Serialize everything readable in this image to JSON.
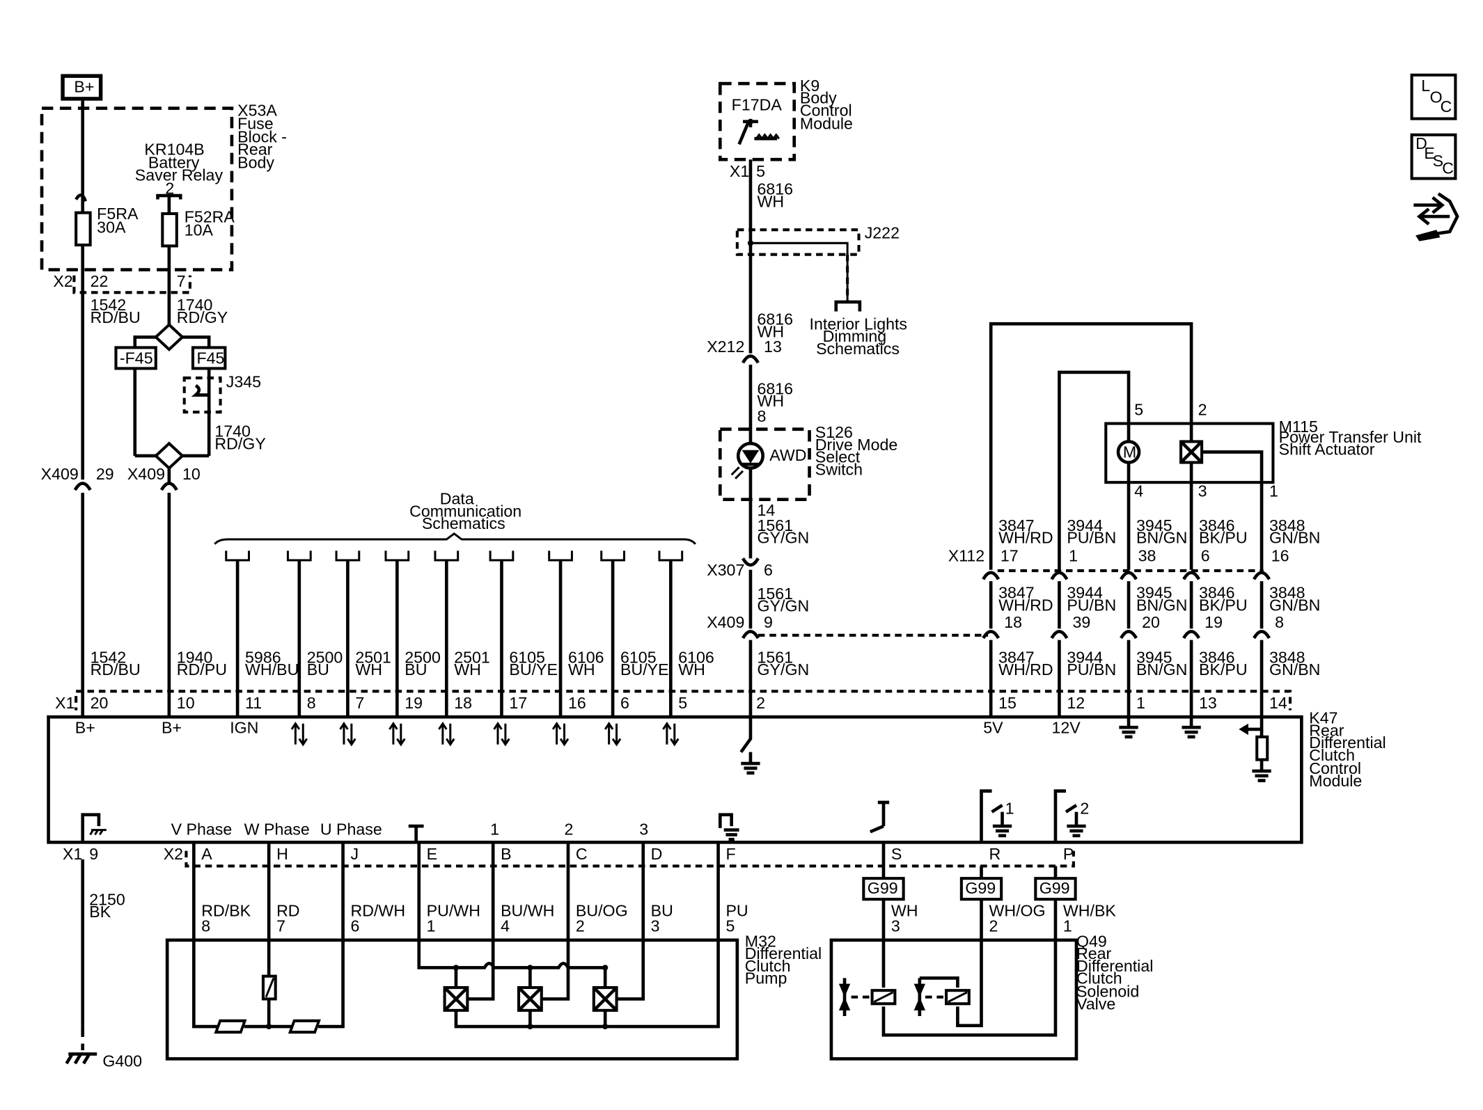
{
  "battery": "B+",
  "side_buttons": {
    "loc": [
      "L",
      "O",
      "C"
    ],
    "desc": [
      "D",
      "E",
      "S",
      "C"
    ]
  },
  "icons": [
    "connector-end-view-icon"
  ],
  "fuse_block": {
    "name": [
      "X53A",
      "Fuse",
      "Block -",
      "Rear",
      "Body"
    ],
    "relay": [
      "KR104B",
      "Battery",
      "Saver Relay"
    ],
    "relay_pin": "2",
    "fuse1": [
      "F5RA",
      "30A"
    ],
    "fuse2": [
      "F52RA",
      "10A"
    ],
    "connector": "X2",
    "pins": [
      "22",
      "7"
    ]
  },
  "wires_left": {
    "w1": [
      "1542",
      "RD/BU"
    ],
    "w2": [
      "1740",
      "RD/GY"
    ],
    "w3": [
      "1740",
      "RD/GY"
    ],
    "splice_left": "-F45",
    "splice_right": "F45",
    "jumper": "J345",
    "x409_a": [
      "X409",
      "29"
    ],
    "x409_b": [
      "X409",
      "10"
    ]
  },
  "bcm": {
    "fuse": "F17DA",
    "name": [
      "K9",
      "Body",
      "Control",
      "Module"
    ],
    "connector": "X1",
    "pin": "5",
    "wire1": [
      "6816",
      "WH"
    ],
    "j222": "J222",
    "dimming": [
      "Interior Lights",
      "Dimming",
      "Schematics"
    ],
    "wire2": [
      "6816",
      "WH"
    ],
    "x212": [
      "X212",
      "13"
    ],
    "wire3": [
      "6816",
      "WH",
      "8"
    ],
    "switch": [
      "S126",
      "Drive Mode",
      "Select",
      "Switch"
    ],
    "switch_label": "AWD",
    "switch_pin": "14",
    "wire4": [
      "1561",
      "GY/GN"
    ],
    "x307": [
      "X307",
      "6"
    ],
    "wire5": [
      "1561",
      "GY/GN"
    ],
    "x409": [
      "X409",
      "9"
    ],
    "wire6": [
      "1561",
      "GY/GN"
    ]
  },
  "data_comm": [
    "Data",
    "Communication",
    "Schematics"
  ],
  "k47_wires": [
    {
      "num": "1542",
      "color": "RD/BU",
      "pin": "20",
      "func": "B+"
    },
    {
      "num": "1940",
      "color": "RD/PU",
      "pin": "10",
      "func": "B+"
    },
    {
      "num": "5986",
      "color": "WH/BU",
      "pin": "11",
      "func": "IGN"
    },
    {
      "num": "2500",
      "color": "BU",
      "pin": "8"
    },
    {
      "num": "2501",
      "color": "WH",
      "pin": "7"
    },
    {
      "num": "2500",
      "color": "BU",
      "pin": "19"
    },
    {
      "num": "2501",
      "color": "WH",
      "pin": "18"
    },
    {
      "num": "6105",
      "color": "BU/YE",
      "pin": "17"
    },
    {
      "num": "6106",
      "color": "WH",
      "pin": "16"
    },
    {
      "num": "6105",
      "color": "BU/YE",
      "pin": "6"
    },
    {
      "num": "6106",
      "color": "WH",
      "pin": "5"
    }
  ],
  "k47_connector": "X1",
  "k47_pin2": "2",
  "k47_name": [
    "K47",
    "Rear",
    "Differential",
    "Clutch",
    "Control",
    "Module"
  ],
  "right_columns": [
    {
      "num": "3847",
      "color": "WH/RD",
      "x112": "17",
      "x409": "18",
      "k47": "15",
      "func": "5V"
    },
    {
      "num": "3944",
      "color": "PU/BN",
      "x112": "1",
      "x409": "39",
      "k47": "12",
      "func": "12V"
    },
    {
      "num": "3945",
      "color": "BN/GN",
      "x112": "38",
      "x409": "20",
      "k47": "1"
    },
    {
      "num": "3846",
      "color": "BK/PU",
      "x112": "6",
      "x409": "19",
      "k47": "13"
    },
    {
      "num": "3848",
      "color": "GN/BN",
      "x112": "16",
      "x409": "8",
      "k47": "14"
    }
  ],
  "x112": "X112",
  "m115": {
    "name": [
      "M115",
      "Power Transfer Unit",
      "Shift Actuator"
    ],
    "pins_top": [
      "5",
      "2"
    ],
    "pins_bottom": [
      "4",
      "3",
      "1"
    ],
    "motor": "M"
  },
  "bottom": {
    "x1": "X1",
    "x1_pin": "9",
    "x2": "X2",
    "phases": [
      "V Phase",
      "W Phase",
      "U Phase"
    ],
    "labels_123": [
      "1",
      "2",
      "3"
    ],
    "x2_pins": [
      "A",
      "H",
      "J",
      "E",
      "B",
      "C",
      "D",
      "F"
    ],
    "pump_wires": [
      {
        "color": "RD/BK",
        "pin": "8"
      },
      {
        "color": "RD",
        "pin": "7"
      },
      {
        "color": "RD/WH",
        "pin": "6"
      },
      {
        "color": "PU/WH",
        "pin": "1"
      },
      {
        "color": "BU/WH",
        "pin": "4"
      },
      {
        "color": "BU/OG",
        "pin": "2"
      },
      {
        "color": "BU",
        "pin": "3"
      },
      {
        "color": "PU",
        "pin": "5"
      }
    ],
    "pump_name": [
      "M32",
      "Differential",
      "Clutch",
      "Pump"
    ],
    "wire_g400": [
      "2150",
      "BK"
    ],
    "ground": "G400",
    "valve_pins": [
      "S",
      "R",
      "P"
    ],
    "g99": "G99",
    "switch_nums": [
      "1",
      "2"
    ],
    "valve_wires": [
      {
        "color": "WH",
        "pin": "3"
      },
      {
        "color": "WH/OG",
        "pin": "2"
      },
      {
        "color": "WH/BK",
        "pin": "1"
      }
    ],
    "valve_name": [
      "Q49",
      "Rear",
      "Differential",
      "Clutch",
      "Solenoid",
      "Valve"
    ]
  }
}
